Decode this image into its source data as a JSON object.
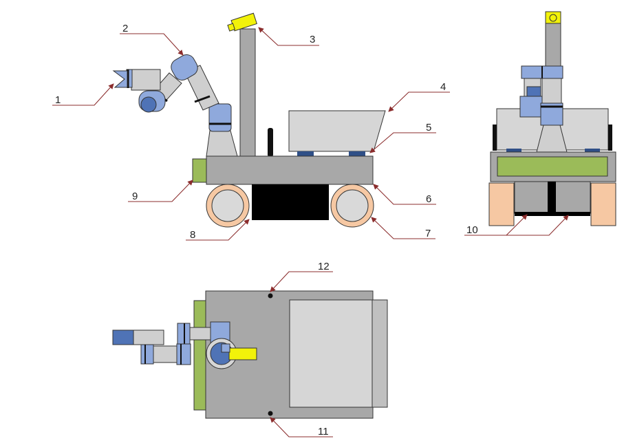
{
  "labels": [
    {
      "id": "1",
      "text": "1"
    },
    {
      "id": "2",
      "text": "2"
    },
    {
      "id": "3",
      "text": "3"
    },
    {
      "id": "4",
      "text": "4"
    },
    {
      "id": "5",
      "text": "5"
    },
    {
      "id": "6",
      "text": "6"
    },
    {
      "id": "7",
      "text": "7"
    },
    {
      "id": "8",
      "text": "8"
    },
    {
      "id": "9",
      "text": "9"
    },
    {
      "id": "10",
      "text": "10"
    },
    {
      "id": "11",
      "text": "11"
    },
    {
      "id": "12",
      "text": "12"
    }
  ],
  "colors": {
    "arm_blue": "#8fa9dc",
    "arm_dark_blue": "#4f73b6",
    "arm_grey": "#cfcfcf",
    "body_grey": "#a8a8a8",
    "light_grey": "#d6d6d6",
    "camera_yellow": "#f2f20a",
    "bumper_green": "#9bbb59",
    "wheel_peach": "#f6c8a3",
    "battery_black": "#000000",
    "leader_red": "#8b2d2d"
  }
}
